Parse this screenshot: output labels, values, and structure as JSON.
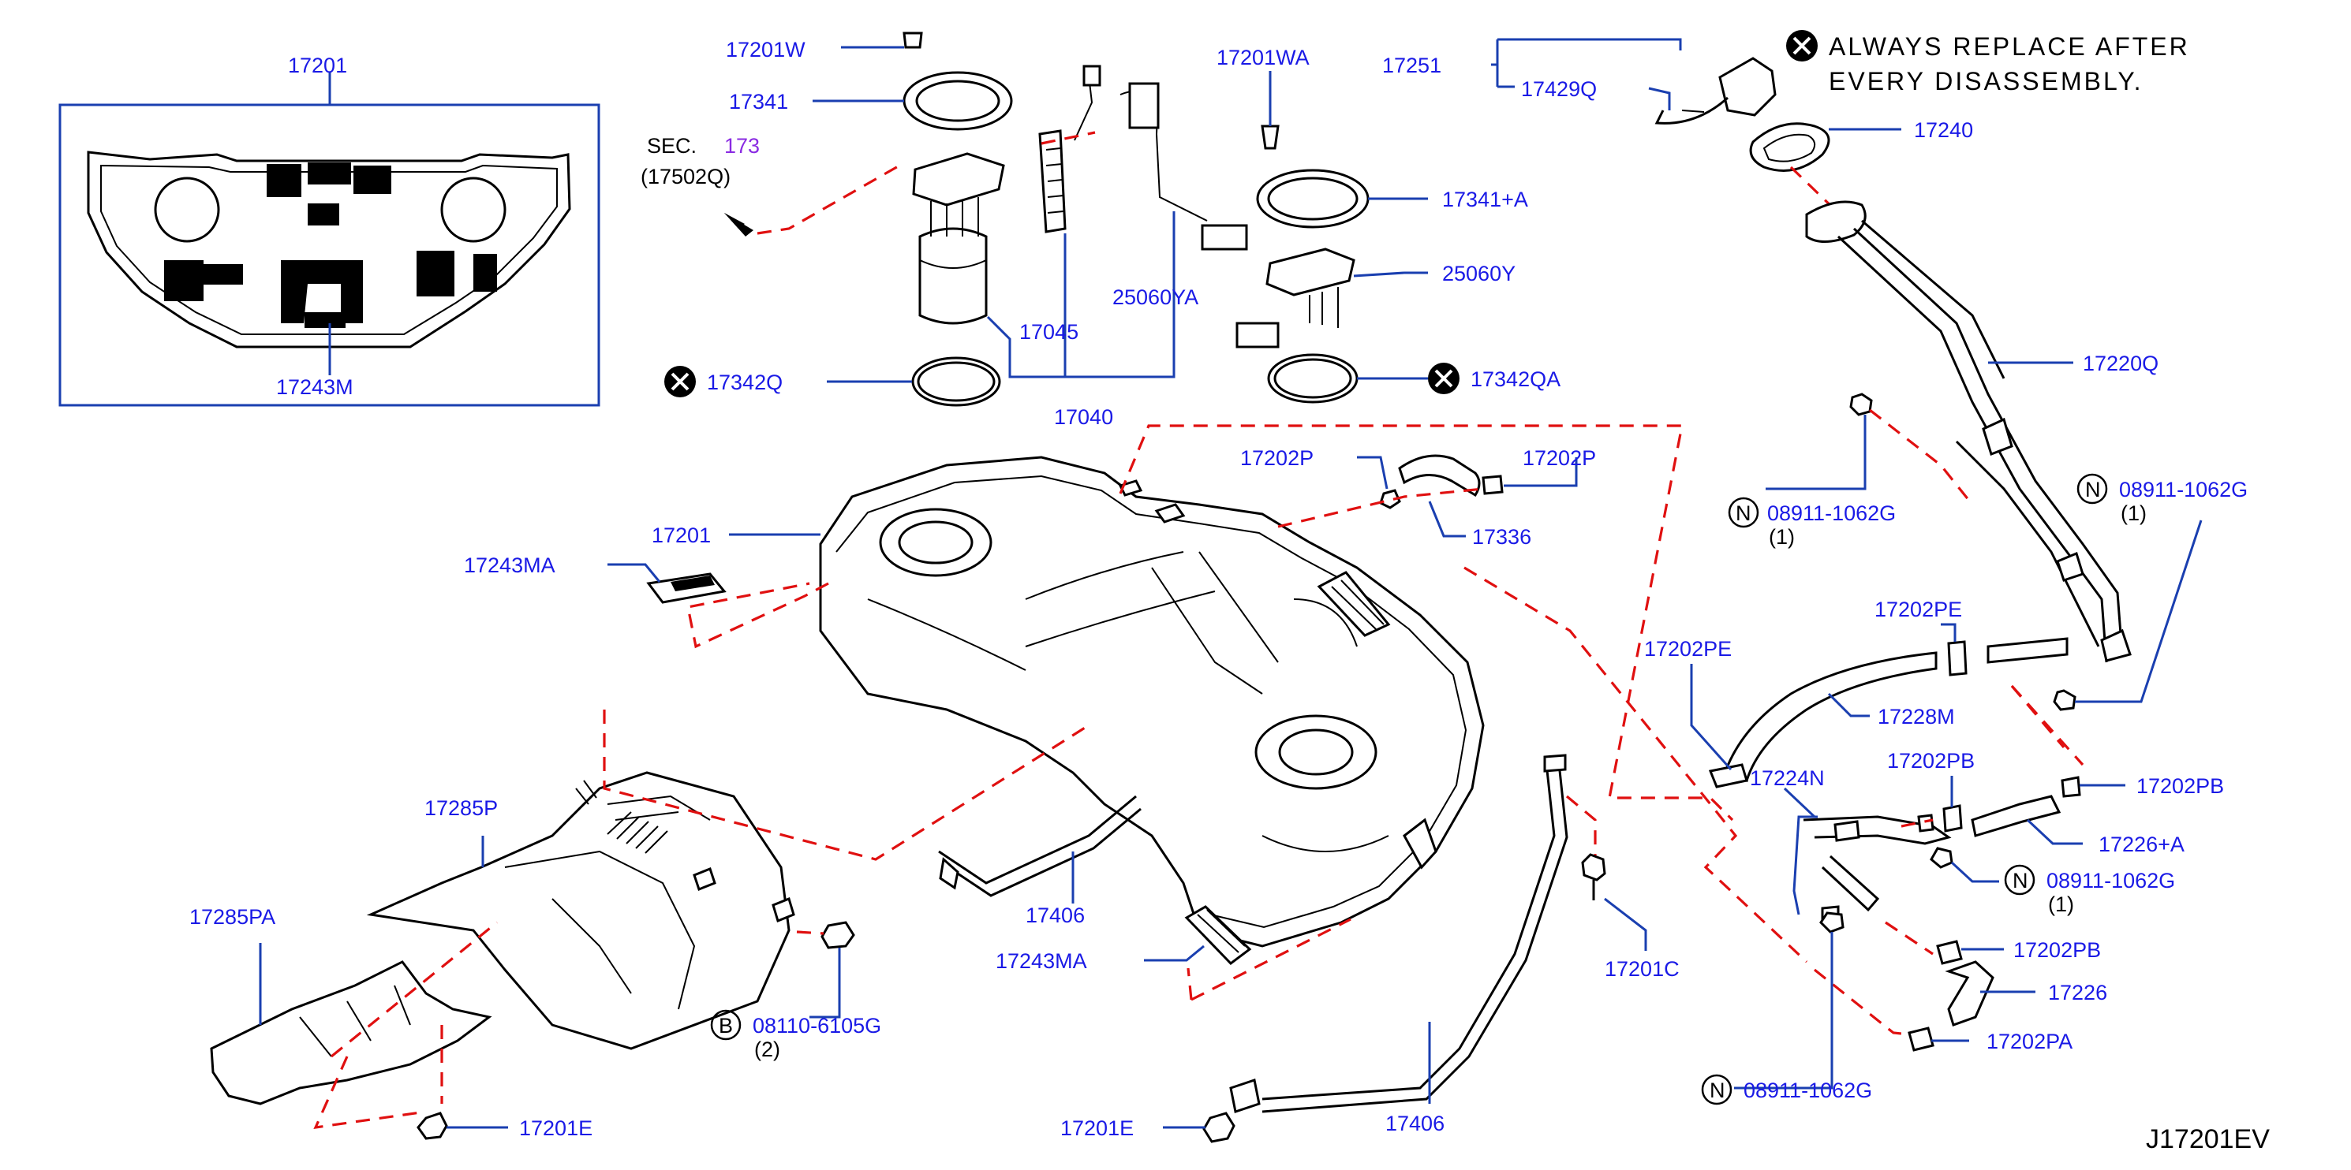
{
  "note": {
    "line1": "ALWAYS REPLACE AFTER",
    "line2": "EVERY DISASSEMBLY."
  },
  "diagram_code": "J17201EV",
  "section_ref": {
    "prefix": "SEC.",
    "number": "173",
    "sub": "(17502Q)"
  },
  "labels": {
    "l17201_inset": "17201",
    "l17243M": "17243M",
    "l17201W": "17201W",
    "l17341": "17341",
    "l17342Q": "17342Q",
    "l17045": "17045",
    "l25060YA": "25060YA",
    "l17040": "17040",
    "l17201WA": "17201WA",
    "l17341A": "17341+A",
    "l25060Y": "25060Y",
    "l17342QA": "17342QA",
    "l17251": "17251",
    "l17429Q": "17429Q",
    "l17240": "17240",
    "l17220Q": "17220Q",
    "l08911_a": "08911-1062G",
    "l08911_a_q": "(1)",
    "l08911_b": "08911-1062G",
    "l08911_b_q": "(1)",
    "l17202P_a": "17202P",
    "l17202P_b": "17202P",
    "l17336": "17336",
    "l17201_main": "17201",
    "l17243MA_a": "17243MA",
    "l17202PE_a": "17202PE",
    "l17202PE_b": "17202PE",
    "l17228M": "17228M",
    "l17224N": "17224N",
    "l17202PB_a": "17202PB",
    "l17202PB_b": "17202PB",
    "l17226A": "17226+A",
    "l08911_c": "08911-1062G",
    "l08911_c_q": "(1)",
    "l17202PB_c": "17202PB",
    "l17226": "17226",
    "l17202PA": "17202PA",
    "l08911_d": "08911-1062G",
    "l17285P": "17285P",
    "l17285PA": "17285PA",
    "l08110": "08110-6105G",
    "l08110_q": "(2)",
    "l17201E_a": "17201E",
    "l17406_a": "17406",
    "l17243MA_b": "17243MA",
    "l17201C": "17201C",
    "l17201E_b": "17201E",
    "l17406_b": "17406"
  },
  "markers": {
    "n": "N",
    "b": "B"
  },
  "colors": {
    "part_number": "#1a1ae6",
    "leader_line": "#1a3fb0",
    "dashed_guide": "#e01010",
    "section_number": "#8a2be2"
  }
}
